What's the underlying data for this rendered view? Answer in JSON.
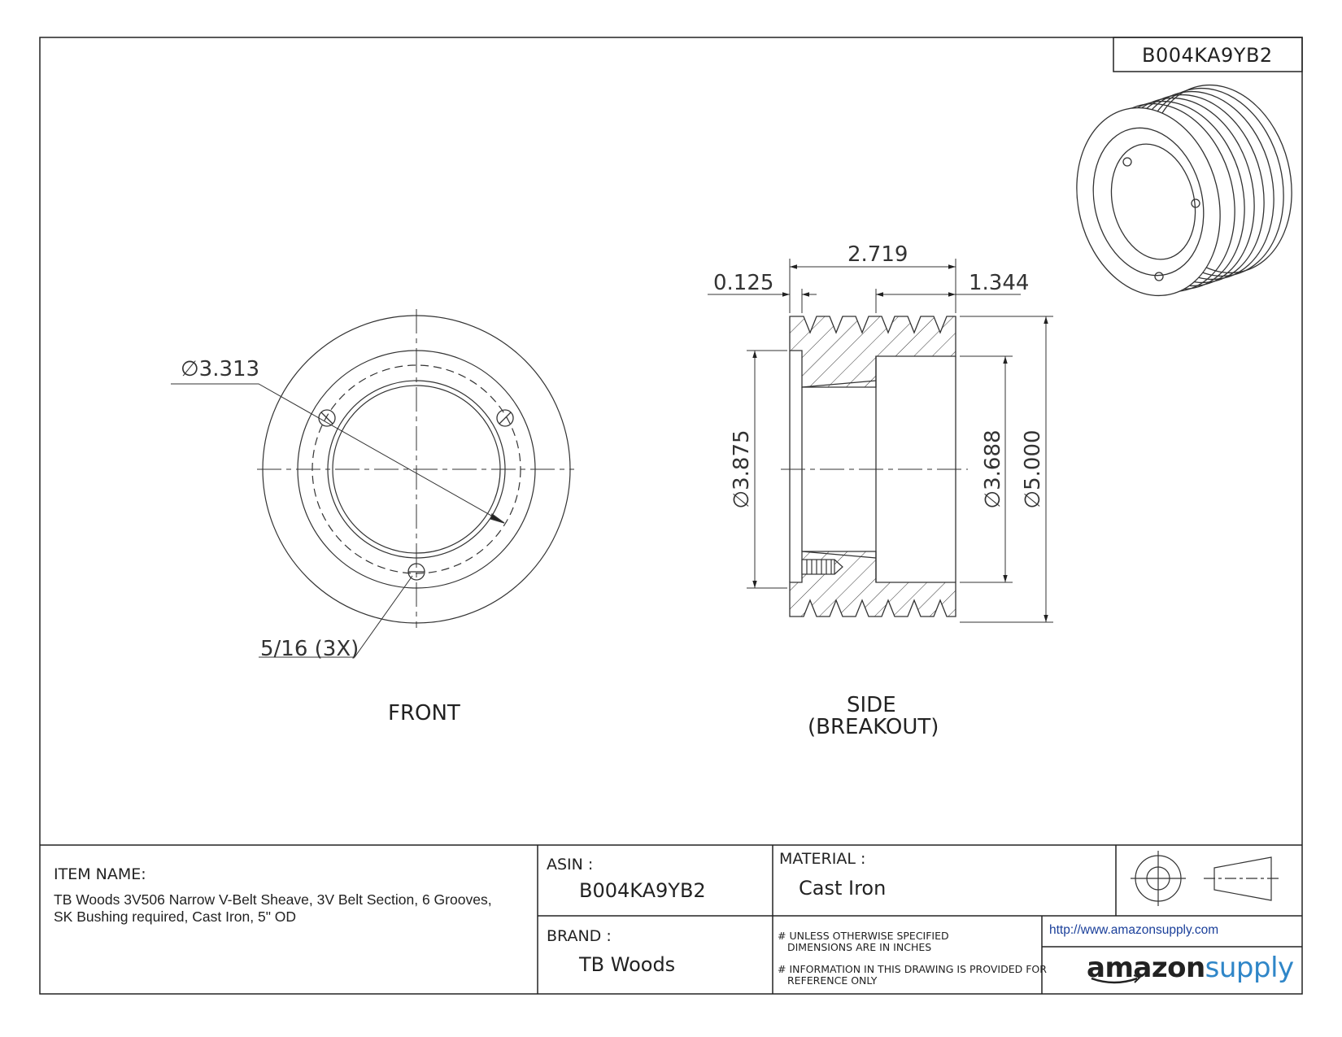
{
  "part_number": "B004KA9YB2",
  "views": {
    "front": "FRONT",
    "side_line1": "SIDE",
    "side_line2": "(BREAKOUT)"
  },
  "dimensions": {
    "bolt_circle": "3.313",
    "hole_callout": "5/16 (3X)",
    "overall_width": "2.719",
    "flange_step": "0.125",
    "hub_length": "1.344",
    "bore_left": "3.875",
    "bore_right": "3.688",
    "outside_diameter": "5.000",
    "diameter_symbol": "∅"
  },
  "title_block": {
    "item_name_label": "ITEM NAME:",
    "item_name": "TB Woods 3V506 Narrow V-Belt Sheave, 3V Belt Section, 6 Grooves, SK Bushing required, Cast Iron, 5\" OD",
    "asin_label": "ASIN :",
    "asin": "B004KA9YB2",
    "material_label": "MATERIAL :",
    "material": "Cast Iron",
    "brand_label": "BRAND :",
    "brand": "TB Woods",
    "note1_line1": "# UNLESS OTHERWISE SPECIFIED",
    "note1_line2": "DIMENSIONS ARE IN INCHES",
    "note2_line1": "# INFORMATION IN THIS DRAWING IS PROVIDED FOR",
    "note2_line2": "REFERENCE ONLY",
    "url": "http://www.amazonsupply.com",
    "logo_amazon": "amazon",
    "logo_supply": "supply"
  },
  "colors": {
    "line": "#222222",
    "logo_blue": "#2f86c8",
    "url_blue": "#1a3f9a"
  }
}
